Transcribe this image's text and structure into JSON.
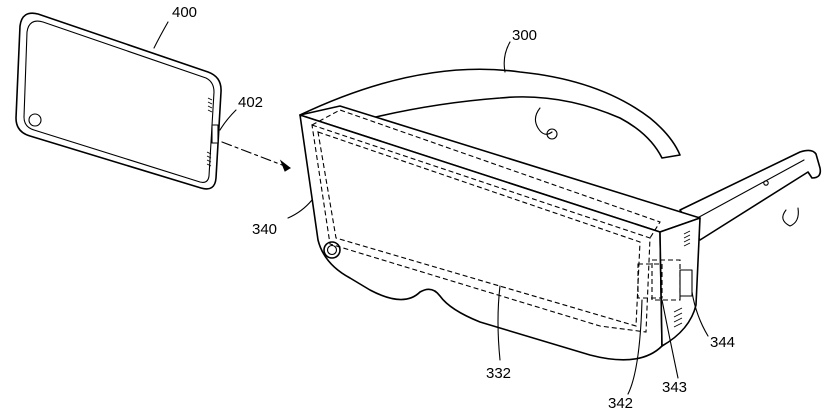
{
  "labels": {
    "smartphone": "400",
    "connector": "402",
    "headset": "300",
    "frame": "340",
    "display_window": "332",
    "part_342": "342",
    "part_343": "343",
    "part_344": "344"
  }
}
